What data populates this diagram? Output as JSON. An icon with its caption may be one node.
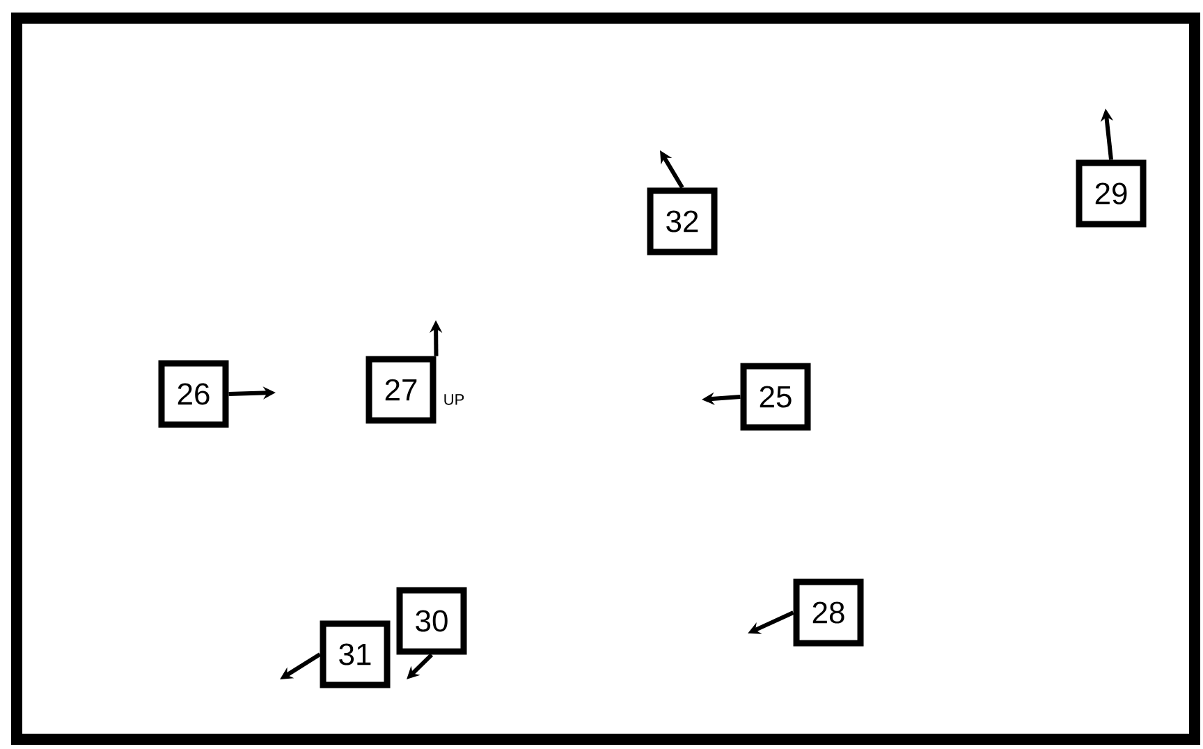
{
  "diagram": {
    "nodes": [
      {
        "text": [
          "29"
        ]
      },
      {
        "text": [
          "32"
        ]
      },
      {
        "text": [
          "26"
        ]
      },
      {
        "text": [
          "27"
        ],
        "beside": [
          "UP"
        ]
      },
      {
        "text": [
          "25"
        ]
      },
      {
        "text": [
          "28"
        ]
      },
      {
        "text": [
          "30"
        ]
      },
      {
        "text": [
          "31"
        ]
      }
    ],
    "edges": [
      {
        "from": 0,
        "to": null,
        "arrow": "to"
      },
      {
        "from": 1,
        "to": null,
        "arrow": "to"
      },
      {
        "from": 2,
        "to": null,
        "arrow": "to"
      },
      {
        "from": 3,
        "to": null,
        "arrow": "to"
      },
      {
        "from": 4,
        "to": null,
        "arrow": "to"
      },
      {
        "from": 5,
        "to": null,
        "arrow": "to"
      },
      {
        "from": 6,
        "to": null,
        "arrow": "to"
      },
      {
        "from": 7,
        "to": null,
        "arrow": "to"
      }
    ]
  }
}
